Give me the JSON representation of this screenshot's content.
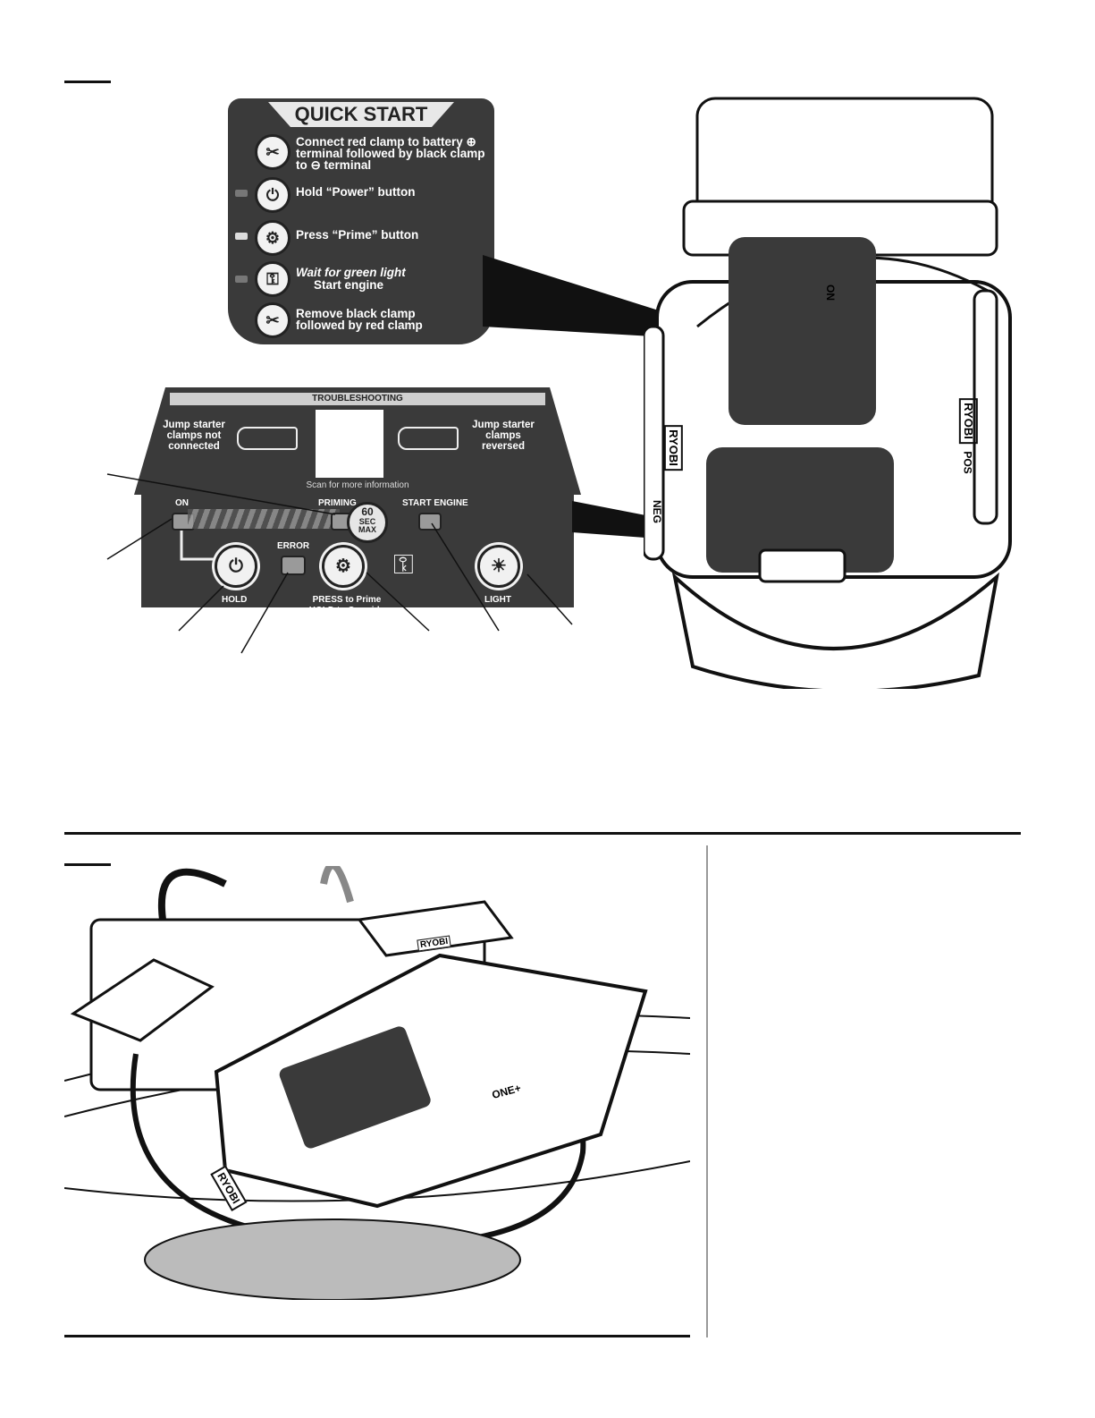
{
  "quick_start": {
    "title": "QUICK START",
    "steps": [
      {
        "icon": "red-clamp-icon",
        "text": "Connect red clamp to battery ⊕ terminal followed by black clamp to ⊖ terminal"
      },
      {
        "icon": "power-icon",
        "text": "Hold “Power” button"
      },
      {
        "icon": "engine-icon",
        "text": "Press “Prime” button"
      },
      {
        "icon": "key-icon",
        "text_bold": "Wait for green light",
        "text_sub": "Start engine"
      },
      {
        "icon": "black-clamp-icon",
        "text": "Remove black clamp followed by red clamp"
      }
    ]
  },
  "troubleshooting": {
    "title": "TROUBLESHOOTING",
    "left": "Jump starter clamps not connected",
    "right": "Jump starter clamps reversed",
    "scan": "Scan for more information"
  },
  "controls": {
    "on": "ON",
    "priming": "PRIMING",
    "start_engine": "START ENGINE",
    "error": "ERROR",
    "hold": "HOLD",
    "press_prime": "PRESS to Prime",
    "hold_override": "HOLD to Override",
    "light": "LIGHT",
    "dial_top": "60",
    "dial_mid": "SEC",
    "dial_bot": "MAX"
  },
  "device": {
    "brand": "RYOBI",
    "neg": "NEG",
    "pos": "POS",
    "on": "ON",
    "one_plus": "ONE+"
  }
}
